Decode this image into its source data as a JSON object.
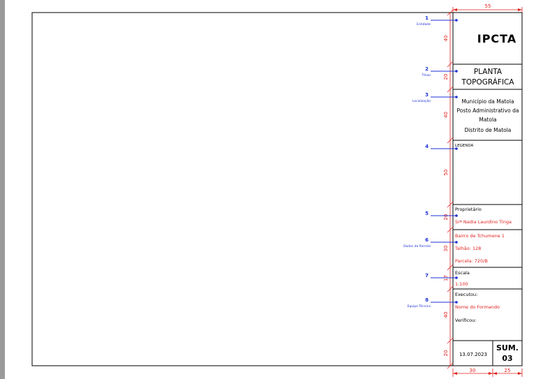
{
  "title_block": {
    "entity": "IPCTA",
    "title": [
      "PLANTA",
      "TOPOGRÁFICA"
    ],
    "location": [
      "Município da Matola",
      "Posto Administrativo da",
      "Matola",
      "Distrito de Matola"
    ],
    "legend_label": "LEGENDA",
    "owner_label": "Proprietário",
    "owner_value": "Srª Nadia Laurdino Tinga",
    "parcel_lines": [
      "Bairro de Tchumene 1",
      "Talhão: 128",
      "Parcela: 720/B"
    ],
    "scale_label": "Escala",
    "scale_value": "1:100",
    "executed_label": "Executou:",
    "executed_value": "Nome do Formando",
    "verified_label": "Verificou:",
    "date": "13.07.2023",
    "sheet": [
      "SUM.",
      "03"
    ]
  },
  "callouts": [
    {
      "num": "1",
      "label": "Entidade"
    },
    {
      "num": "2",
      "label": "Título"
    },
    {
      "num": "3",
      "label": "Localização"
    },
    {
      "num": "4",
      "label": ""
    },
    {
      "num": "5",
      "label": ""
    },
    {
      "num": "6",
      "label": "Dados da Parcela"
    },
    {
      "num": "7",
      "label": ""
    },
    {
      "num": "8",
      "label": "Equipe Técnica"
    }
  ],
  "dimensions": {
    "width_total": "55",
    "width_left": "30",
    "width_right": "25",
    "row_heights": [
      "40",
      "20",
      "40",
      "50",
      "20",
      "30",
      "17",
      "40",
      "20"
    ]
  },
  "colors": {
    "dimension": "#e0231f",
    "callout": "#1f31d6",
    "red_text": "#e0231f",
    "frame": "#000000"
  }
}
